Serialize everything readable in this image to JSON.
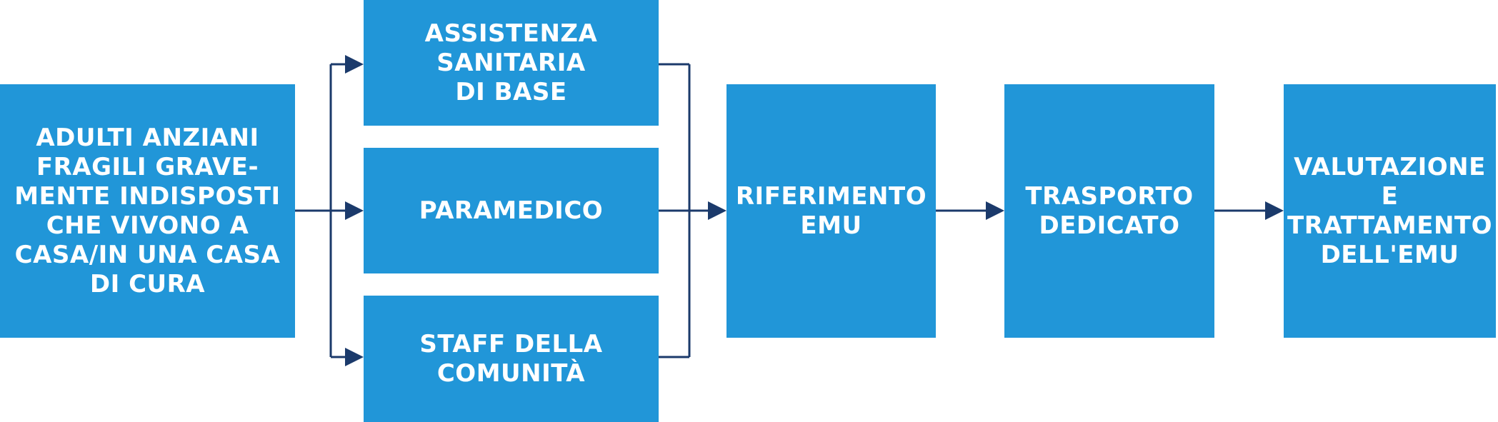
{
  "colors": {
    "box_fill": "#2196d8",
    "box_text": "#ffffff",
    "arrow": "#1b3a6b"
  },
  "nodes": {
    "source": "ADULTI ANZIANI\nFRAGILI GRAVE-\nMENTE INDISPOSTI\nCHE VIVONO A\nCASA/IN UNA CASA\nDI CURA",
    "primary_care": "ASSISTENZA\nSANITARIA\nDI BASE",
    "paramedic": "PARAMEDICO",
    "community_staff": "STAFF DELLA\nCOMUNITÀ",
    "emu_referral": "RIFERIMENTO\nEMU",
    "dedicated_transport": "TRASPORTO\nDEDICATO",
    "emu_assessment": "VALUTAZIONE E\nTRATTAMENTO\nDELL'EMU"
  },
  "edges": [
    {
      "from": "source",
      "to": "primary_care"
    },
    {
      "from": "source",
      "to": "paramedic"
    },
    {
      "from": "source",
      "to": "community_staff"
    },
    {
      "from": "primary_care",
      "to": "emu_referral"
    },
    {
      "from": "paramedic",
      "to": "emu_referral"
    },
    {
      "from": "community_staff",
      "to": "emu_referral"
    },
    {
      "from": "emu_referral",
      "to": "dedicated_transport"
    },
    {
      "from": "dedicated_transport",
      "to": "emu_assessment"
    }
  ]
}
